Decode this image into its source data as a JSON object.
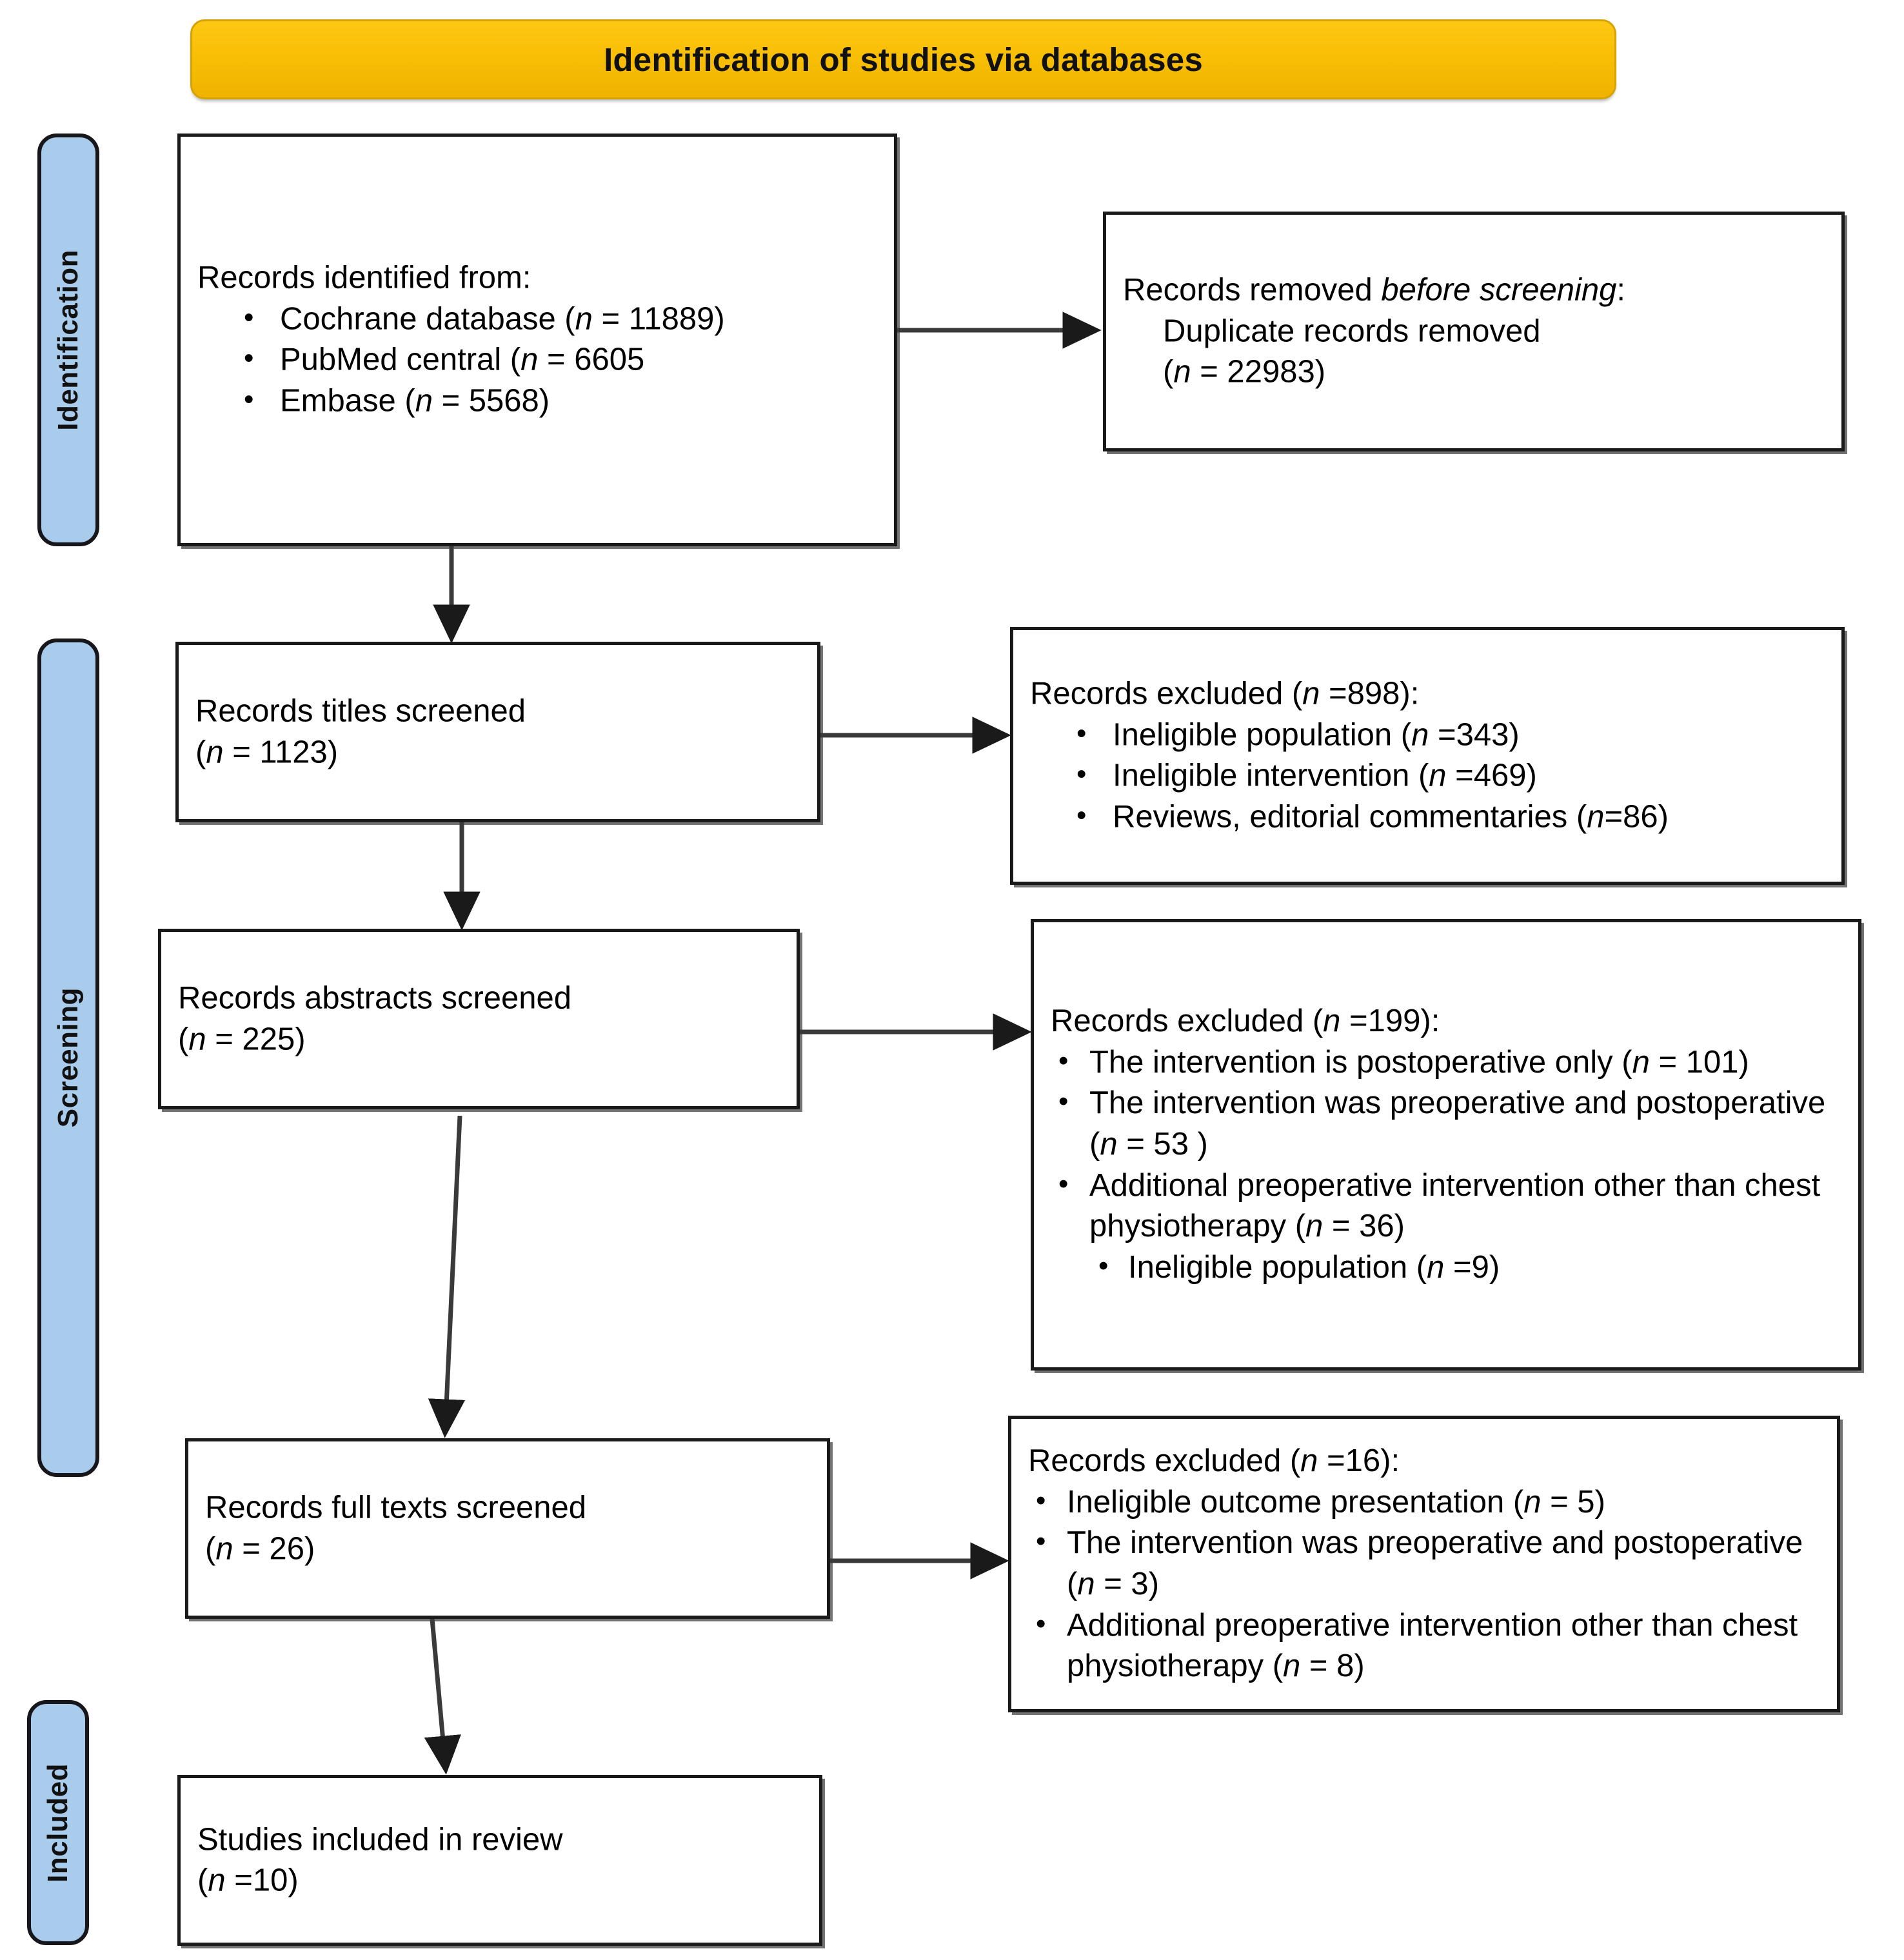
{
  "banner": {
    "title": "Identification of studies via databases"
  },
  "stages": [
    {
      "id": "identification",
      "label": "Identification"
    },
    {
      "id": "screening",
      "label": "Screening"
    },
    {
      "id": "included",
      "label": "Included"
    }
  ],
  "boxes": {
    "identified": {
      "heading": "Records identified from:",
      "items": [
        {
          "text": "Cochrane database (",
          "n_label": "n",
          "tail": " = 11889)"
        },
        {
          "text": "PubMed central (",
          "n_label": "n",
          "tail": " = 6605"
        },
        {
          "text": "Embase (",
          "n_label": "n",
          "tail": " = 5568)"
        }
      ]
    },
    "removed": {
      "line1_a": "Records removed ",
      "line1_italic": "before screening",
      "line1_b": ":",
      "line2": "Duplicate records removed",
      "line3_a": "(",
      "line3_n": "n",
      "line3_b": " = 22983)"
    },
    "titles_screened": {
      "line1": "Records titles screened",
      "line2_a": "(",
      "line2_n": "n",
      "line2_b": " = 1123)"
    },
    "excluded_titles": {
      "heading_a": "Records excluded (",
      "heading_n": "n",
      "heading_b": " =898):",
      "items": [
        {
          "a": "Ineligible population (",
          "n": "n",
          "b": " =343)"
        },
        {
          "a": "Ineligible intervention (",
          "n": "n",
          "b": " =469)"
        },
        {
          "a": "Reviews, editorial commentaries (",
          "n": "n",
          "b": "=86)"
        }
      ]
    },
    "abstracts_screened": {
      "line1": "Records abstracts screened",
      "line2_a": "(",
      "line2_n": "n",
      "line2_b": " = 225)"
    },
    "excluded_abstracts": {
      "heading_a": "Records excluded (",
      "heading_n": "n",
      "heading_b": " =199):",
      "items": [
        {
          "a": "The intervention is postoperative only (",
          "n": "n",
          "b": " = 101)"
        },
        {
          "a": "The intervention was preoperative and postoperative  (",
          "n": "n",
          "b": " = 53 )"
        },
        {
          "a": "Additional preoperative intervention other than chest physiotherapy (",
          "n": "n",
          "b": " = 36)"
        }
      ],
      "sub_item": {
        "a": "Ineligible population  (",
        "n": "n",
        "b": " =9)"
      }
    },
    "fulltexts_screened": {
      "line1": "Records full texts screened",
      "line2_a": "(",
      "line2_n": "n",
      "line2_b": " = 26)"
    },
    "excluded_fulltexts": {
      "heading_a": "Records excluded (",
      "heading_n": "n",
      "heading_b": " =16):",
      "items": [
        {
          "a": "Ineligible outcome presentation (",
          "n": "n",
          "b": " = 5)"
        },
        {
          "a": "The intervention was preoperative and postoperative  (",
          "n": "n",
          "b": " = 3)"
        },
        {
          "a": "Additional preoperative intervention other than chest physiotherapy (",
          "n": "n",
          "b": " = 8)"
        }
      ]
    },
    "included": {
      "line1": "Studies included in review",
      "line2_a": "(",
      "line2_n": "n",
      "line2_b": " =10)"
    }
  },
  "colors": {
    "banner_fill": "#F8BE04",
    "banner_border": "#D7A300",
    "stagebar_fill": "#A9CBEC",
    "box_border": "#1a1a1a",
    "background": "#ffffff"
  }
}
